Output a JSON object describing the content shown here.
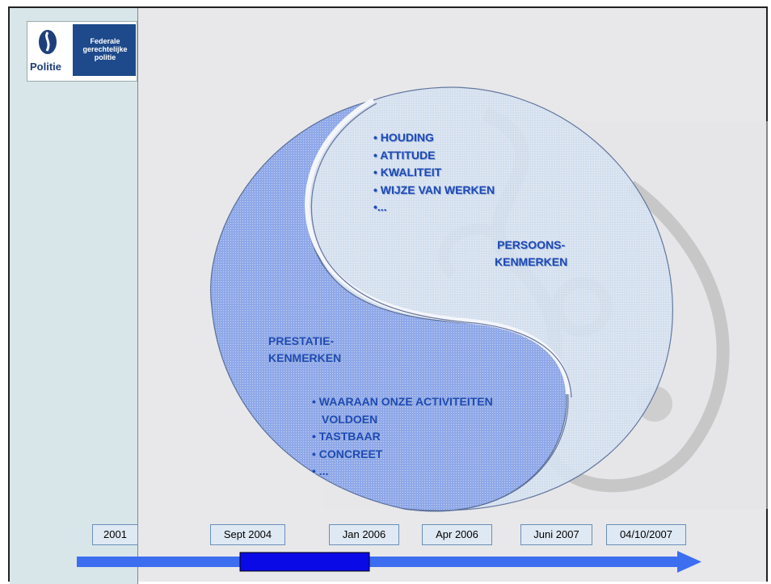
{
  "logo": {
    "left_text": "Politie",
    "right_text_lines": [
      "Federale",
      "gerechtelijke",
      "politie"
    ]
  },
  "upper_half": {
    "bullets": [
      "HOUDING",
      "ATTITUDE",
      "KWALITEIT",
      "WIJZE VAN WERKEN",
      "..."
    ],
    "label_lines": [
      "PERSOONS-",
      "KENMERKEN"
    ]
  },
  "lower_half": {
    "label_lines": [
      "PRESTATIE-",
      "KENMERKEN"
    ],
    "bullets": [
      "WAARAAN ONZE ACTIVITEITEN",
      "VOLDOEN",
      "TASTBAAR",
      "CONCREET",
      "..."
    ]
  },
  "timeline": {
    "dates": [
      "2001",
      "Sept 2004",
      "Jan 2006",
      "Apr 2006",
      "Juni 2007",
      "04/10/2007"
    ],
    "arrow_color": "#3d6ef0",
    "highlight_color": "#0a0ae6"
  },
  "colors": {
    "text_blue": "#1e4ab4",
    "sidebar": "#d8e6ea",
    "lower_fill": "#8aa4e6",
    "upper_fill": "#dbe6f3"
  }
}
